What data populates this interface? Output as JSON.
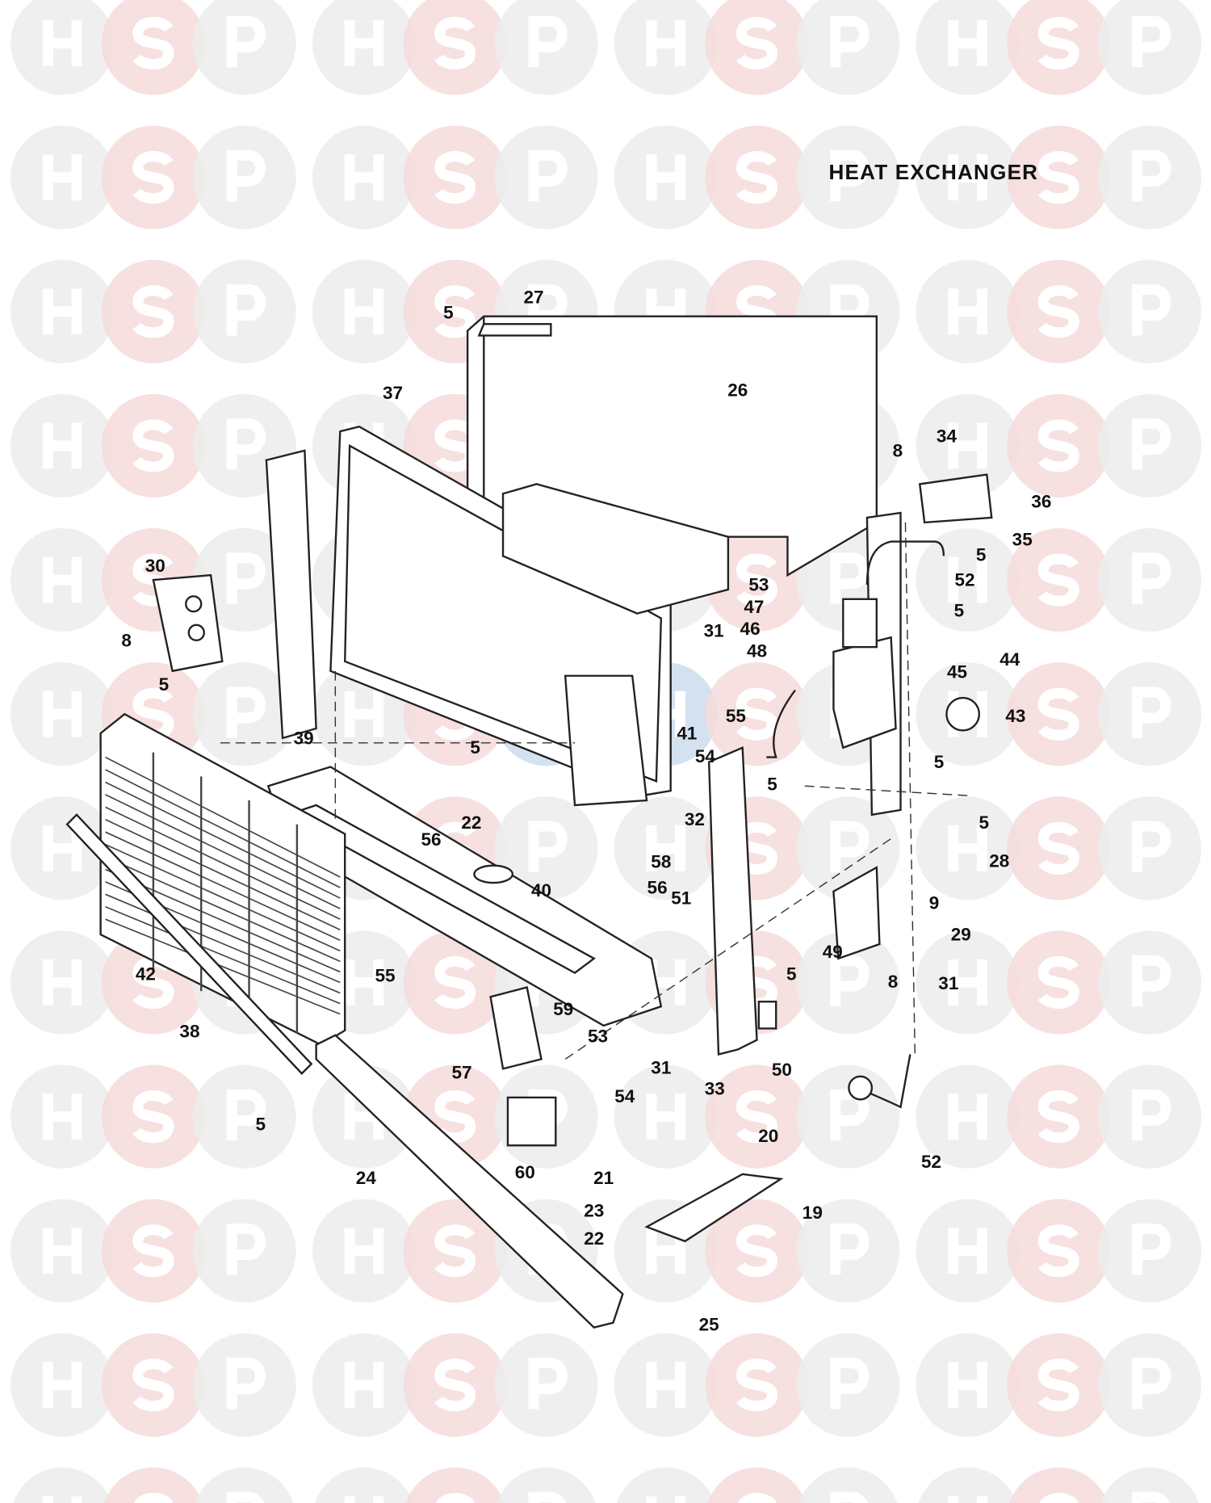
{
  "title": "HEAT   EXCHANGER",
  "watermark": {
    "letters": [
      "H",
      "S",
      "P"
    ],
    "colors": {
      "H": "#ececec",
      "S": "#f6dada",
      "P": "#ececec"
    },
    "center_colors": {
      "H": "#c9d9ee",
      "S": "#f0caca",
      "P": "#c9d9ee"
    }
  },
  "part_labels": [
    "27",
    "5",
    "26",
    "37",
    "8",
    "34",
    "36",
    "35",
    "5",
    "52",
    "30",
    "8",
    "5",
    "53",
    "47",
    "46",
    "31",
    "48",
    "5",
    "44",
    "45",
    "55",
    "43",
    "41",
    "54",
    "5",
    "39",
    "5",
    "5",
    "32",
    "5",
    "22",
    "56",
    "28",
    "58",
    "56",
    "40",
    "51",
    "9",
    "29",
    "42",
    "55",
    "49",
    "5",
    "8",
    "31",
    "59",
    "53",
    "38",
    "57",
    "31",
    "54",
    "50",
    "33",
    "5",
    "20",
    "60",
    "21",
    "24",
    "52",
    "23",
    "19",
    "22",
    "25"
  ]
}
